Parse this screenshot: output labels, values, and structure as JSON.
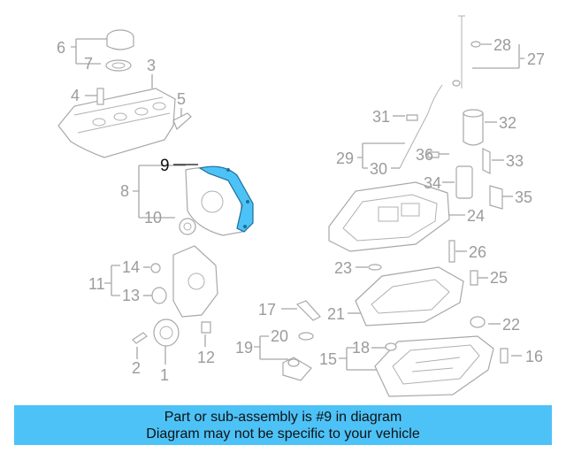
{
  "callouts": [
    "1",
    "2",
    "3",
    "4",
    "5",
    "6",
    "7",
    "8",
    "9",
    "10",
    "11",
    "12",
    "13",
    "14",
    "15",
    "16",
    "17",
    "18",
    "19",
    "20",
    "21",
    "22",
    "23",
    "24",
    "25",
    "26",
    "27",
    "28",
    "29",
    "30",
    "31",
    "32",
    "33",
    "34",
    "35",
    "36"
  ],
  "highlight": {
    "number": "9",
    "color": "#4dc2f7"
  },
  "banner": {
    "line1": "Part or sub-assembly is #9 in diagram",
    "line2": "Diagram may not be specific to your vehicle",
    "color": "#4dc2f7"
  }
}
